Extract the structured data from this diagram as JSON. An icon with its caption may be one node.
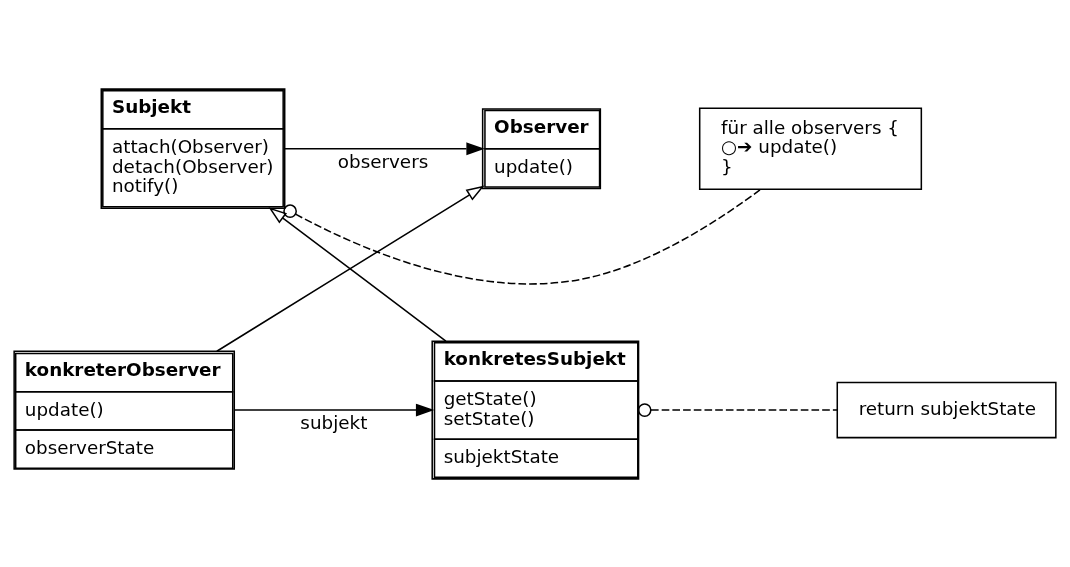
{
  "diagram": {
    "nodes": [
      {
        "text": [
          "Subjekt",
          "attach(Observer)",
          "detach(Observer)",
          "notify()"
        ]
      },
      {
        "text": [
          "für alle observers {",
          "○➔ update()",
          "}"
        ]
      },
      {
        "text": [
          "Observer",
          "update()"
        ]
      },
      {
        "text": [
          "konkreterObserver",
          "update()",
          "observerState"
        ]
      },
      {
        "text": [
          "konkretesSubjekt",
          "getState()",
          "setState()",
          "subjektState"
        ]
      },
      {
        "text": [
          "return subjektState"
        ]
      }
    ],
    "edges": [
      {
        "from": 0,
        "to": 2,
        "arrow": "to",
        "label": "observers"
      },
      {
        "from": 0,
        "to": 1,
        "arrow": "other",
        "style": "dashed"
      },
      {
        "from": 4,
        "to": 0,
        "arrow": "to"
      },
      {
        "from": 3,
        "to": 2,
        "arrow": "to"
      },
      {
        "from": 3,
        "to": 4,
        "arrow": "to",
        "label": "subjekt"
      },
      {
        "from": 4,
        "to": 5,
        "arrow": "other",
        "style": "dashed"
      }
    ]
  }
}
